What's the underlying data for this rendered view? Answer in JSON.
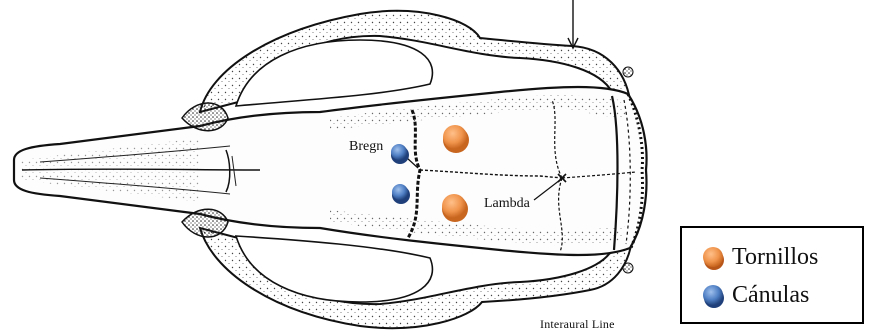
{
  "labels": {
    "bregma": "Bregn",
    "lambda": "Lambda",
    "interaural_line": "Interaural Line"
  },
  "legend": {
    "items": [
      {
        "label": "Tornillos",
        "color": "#f0944c",
        "edge": "#b8561a",
        "icon": "orange-circle-icon"
      },
      {
        "label": "Cánulas",
        "color": "#4f7fc4",
        "edge": "#1f3f7a",
        "icon": "blue-circle-icon"
      }
    ]
  }
}
